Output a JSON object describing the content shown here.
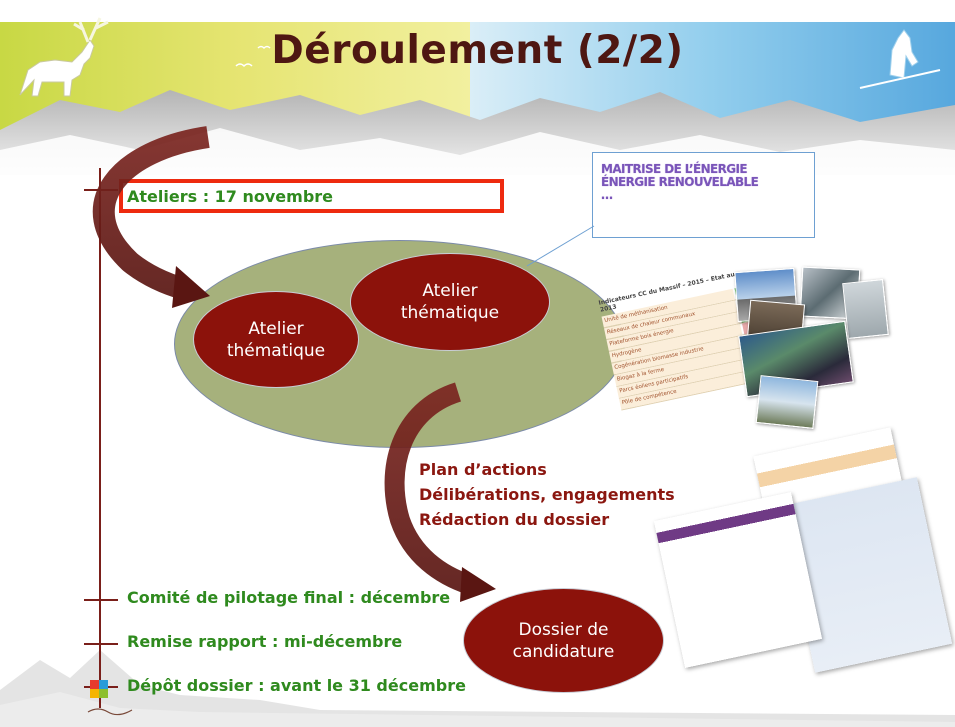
{
  "title": "Déroulement (2/2)",
  "timeline": {
    "ateliers": "Ateliers : 17 novembre",
    "comite": "Comité de pilotage final : décembre",
    "remise": "Remise rapport : mi-décembre",
    "depot": "Dépôt dossier : avant le 31 décembre"
  },
  "callout": {
    "line1": "MAITRISE DE L’ÉNERGIE",
    "line2": "ÉNERGIE RENOUVELABLE",
    "line3": "…"
  },
  "ellipses": {
    "atelier_left": "Atelier\nthématique",
    "atelier_right": "Atelier\nthématique",
    "dossier": "Dossier de\ncandidature"
  },
  "steps": {
    "line1": "Plan d’actions",
    "line2": "Délibérations, engagements",
    "line3": "Rédaction du dossier"
  },
  "table_image": {
    "header": "Indicateurs CC du Massif – 2015 – Etat au 2013",
    "rows": [
      "Unité de méthanisation",
      "Réseaux de chaleur communaux",
      "Plateforme bois énergie",
      "Hydrogène",
      "Cogénération biomasse industrie",
      "Biogaz à la ferme",
      "Parcs éoliens participatifs",
      "Pôle de compétence"
    ],
    "cell_colors": [
      "#2e9b2e",
      "#2e9b2e",
      "#2e9b2e",
      "#e7a9a9",
      "#e7a9a9",
      "#e7a9a9",
      "#2e9b2e",
      "#f3e3d3"
    ]
  },
  "colors": {
    "title": "#4e1712",
    "green_text": "#2f8a1e",
    "dark_red": "#8c120b",
    "olive": "#a6b17c",
    "red_border": "#ee2a0f",
    "purple": "#7a55b9"
  }
}
